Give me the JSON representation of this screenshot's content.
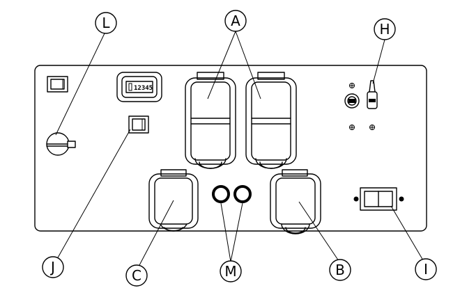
{
  "meter": {
    "reading": "12345"
  },
  "callouts": {
    "A": "A",
    "B": "B",
    "C": "C",
    "H": "H",
    "I": "I",
    "J": "J",
    "L": "L",
    "M": "M"
  }
}
